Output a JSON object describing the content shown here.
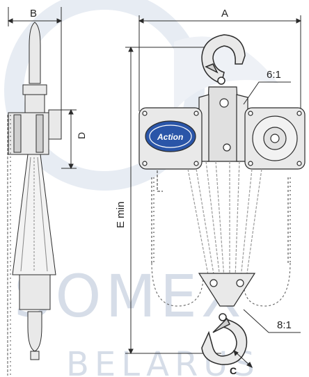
{
  "dimensions": {
    "a": "A",
    "b": "B",
    "c": "C",
    "d": "D",
    "e_min": "E min"
  },
  "ratios": {
    "upper": "6:1",
    "lower": "8:1"
  },
  "logo": {
    "text": "Action"
  },
  "watermark": {
    "line1": "SOMEX",
    "line2": "BELARUS"
  },
  "colors": {
    "line": "#2b2b2b",
    "hoist_body": "#e9e9e9",
    "logo_blue": "#2a55a8",
    "watermark": "#d6dde8"
  }
}
